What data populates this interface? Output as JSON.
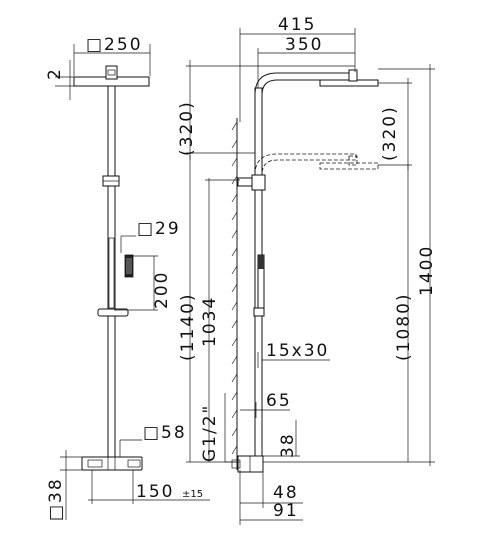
{
  "drawing": {
    "front_view": {
      "head_size": "□250",
      "head_thickness": "2",
      "hand_shower_size": "□29",
      "hand_shower_length": "200",
      "mixer_size": "□58",
      "mixer_depth": "□38",
      "center_distance": "150",
      "tolerance": "±15"
    },
    "side_view": {
      "overall_projection": "415",
      "arm_projection": "350",
      "head_drop_top": "(320)",
      "head_drop_right": "(320)",
      "height_1140": "(1140)",
      "height_1034": "1034",
      "height_1080": "(1080)",
      "height_1400": "1400",
      "bar_section": "15x30",
      "dim_65": "65",
      "thread": "G1/2\"",
      "dim_38": "38",
      "dim_48": "48",
      "dim_91": "91"
    }
  },
  "colors": {
    "line": "#1a1a1a",
    "background": "#ffffff"
  }
}
